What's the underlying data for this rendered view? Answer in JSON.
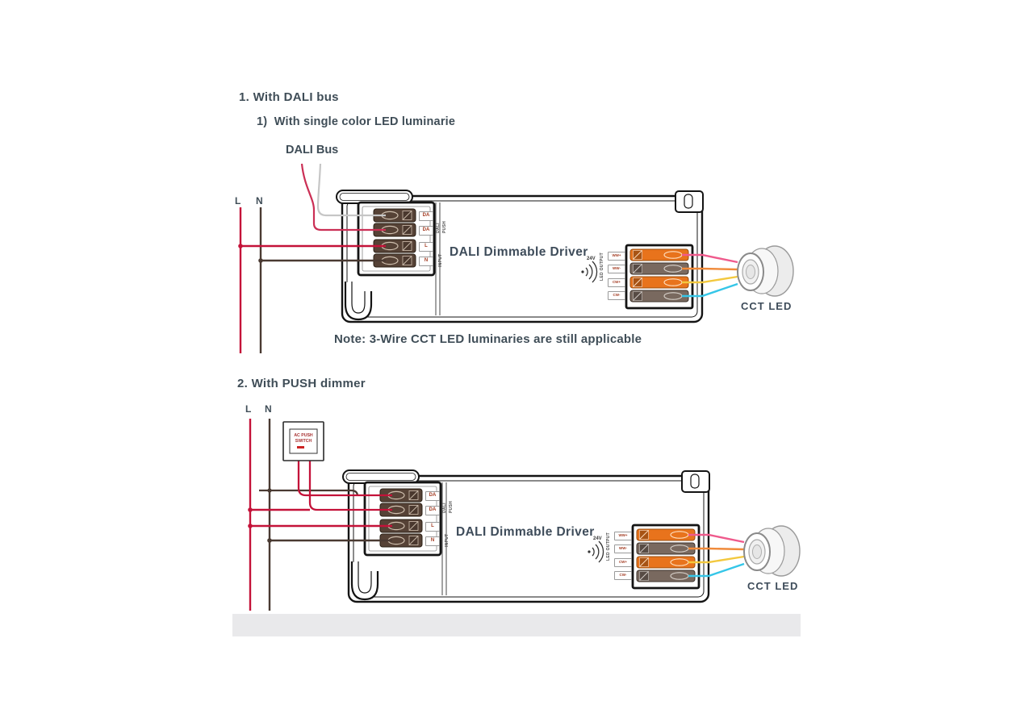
{
  "colors": {
    "text": "#3f4d57",
    "live": "#c41239",
    "neutral": "#4a3a32",
    "dali_wire_red": "#cb2f55",
    "dali_wire_gray": "#c6c6c6",
    "wire_pink": "#ef5a8c",
    "wire_orange": "#f08a3a",
    "wire_yellow": "#f3c83e",
    "wire_cyan": "#35c6e8",
    "terminal_orange": "#e8731c"
  },
  "section1": {
    "title": "1. With DALI bus",
    "subtitle": "1)  With single color LED luminarie",
    "bus_label": "DALI Bus",
    "note": "Note: 3-Wire CCT LED luminaries are still applicable"
  },
  "section2": {
    "title": "2. With PUSH dimmer",
    "switch_line1": "AC PUSH",
    "switch_line2": "SWITCH"
  },
  "driver": {
    "name": "DALI Dimmable Driver",
    "live": "L",
    "neutral": "N",
    "terminal_da": "DA",
    "terminal_l": "L",
    "terminal_n": "N",
    "side_dali": "DALI",
    "side_push": "PUSH",
    "side_input": "INPUT",
    "out_labels": [
      "WW+",
      "WW-",
      "CW+",
      "CW-"
    ],
    "out_side": "LED OUTPUT",
    "out_voltage": "24V",
    "led_label": "CCT LED"
  }
}
